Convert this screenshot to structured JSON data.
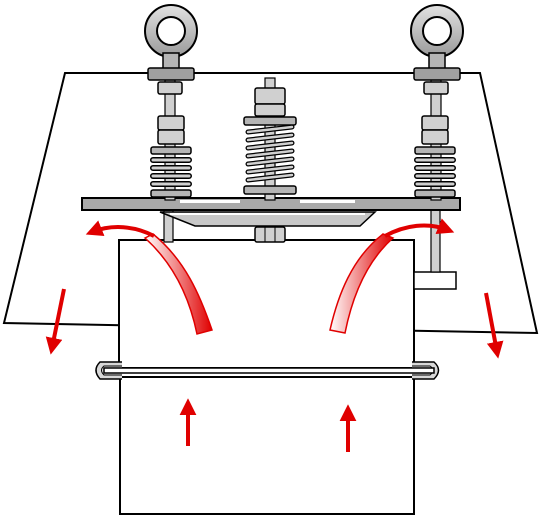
{
  "diagram": {
    "colors": {
      "line": "#000000",
      "background": "#ffffff",
      "metal_light": "#d0d0d0",
      "metal_mid": "#a9a9a9",
      "metal_dark": "#7a7a7a",
      "arrow_red": "#e00000",
      "flow_highlight": "#ffd9d9"
    },
    "components": [
      "enclosure-hood",
      "lifting-eye-bolt-left",
      "lifting-eye-bolt-right",
      "center-spring-assembly",
      "side-spring-assembly-left",
      "side-spring-assembly-right",
      "mounting-plate",
      "valve-disc",
      "upper-duct",
      "lower-duct",
      "duct-clamp-band",
      "side-stop-bracket"
    ],
    "flow_arrows": [
      "inflow-left",
      "inflow-right",
      "outflow-curve-left",
      "outflow-curve-right",
      "exhaust-left",
      "exhaust-right"
    ]
  }
}
